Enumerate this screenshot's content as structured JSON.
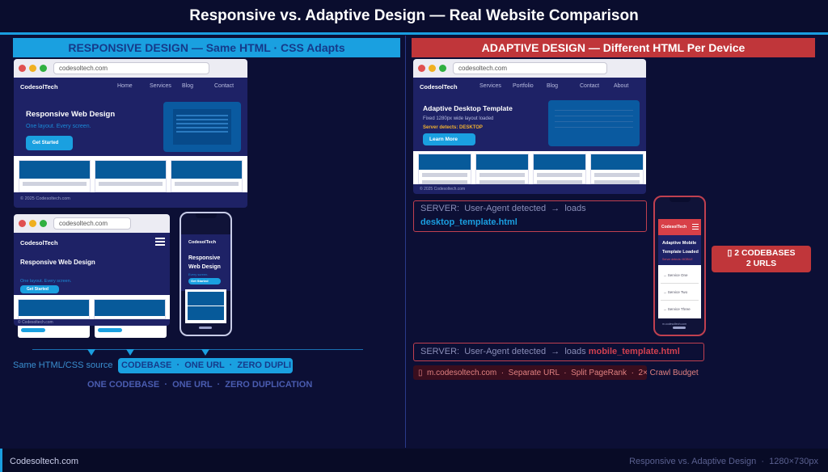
{
  "title": "Responsive vs. Adaptive Design — Real Website Comparison",
  "colors": {
    "accent_blue": "#1a9ee0",
    "accent_red": "#c0363a",
    "background": "#0c0f35"
  },
  "responsive": {
    "banner": "RESPONSIVE DESIGN  —  Same HTML · CSS Adapts",
    "url": "codesoltech.com",
    "logo": "CodesolTech",
    "nav": [
      "Home",
      "Services",
      "Blog",
      "Contact"
    ],
    "hero_title": "Responsive Web Design",
    "hero_sub": "One layout. Every screen.",
    "cta": "Get Started",
    "footer": "© 2025 Codesoltech.com",
    "tablet": {
      "title": "Responsive Web Design",
      "footer": "© Codesoltech.com"
    },
    "phone": {
      "title": "Responsive Web Design",
      "sub": "Every screen.",
      "cta": "Get Started"
    },
    "source_label": "Same HTML/CSS source",
    "pill_ghost": "ONE CODEBASE  ·  ONE URL  ·  ZERO DUPLICATION",
    "pill": "CODEBASE  ·  ONE URL  ·  ZERO DUPLI"
  },
  "adaptive": {
    "banner": "ADAPTIVE DESIGN  —  Different HTML Per Device",
    "url": "codesoltech.com",
    "logo": "CodesolTech",
    "nav": [
      "Services",
      "Portfolio",
      "Blog",
      "Contact",
      "About"
    ],
    "hero_title": "Adaptive Desktop Template",
    "hero_sub": "Fixed 1280px wide layout loaded",
    "detect": "Server detects: DESKTOP",
    "cta": "Learn More",
    "footer": "© 2025 Codesoltech.com",
    "server1": {
      "prefix": "SERVER:  User-Agent detected  →  loads ",
      "file": "desktop_template.html"
    },
    "server2": {
      "prefix": "SERVER:  User-Agent detected  →  loads ",
      "file": "mobile_template.html"
    },
    "phone": {
      "logo": "CodesolTech",
      "title": "Adaptive Mobile Template Loaded",
      "detect": "Server detects: MOBILE",
      "items": [
        "→ Service One",
        "→ Service Two",
        "→ Service Three"
      ],
      "footer": "m.codesoltech.com"
    },
    "badge": [
      "▯ 2 CODEBASES",
      "2 URLS"
    ],
    "note": "▯  m.codesoltech.com  ·  Separate URL  ·  Split PageRank  ·  2× Crawl Budget"
  },
  "footer": {
    "left": "Codesoltech.com",
    "right": "Responsive vs. Adaptive Design  ·  1280×730px"
  }
}
